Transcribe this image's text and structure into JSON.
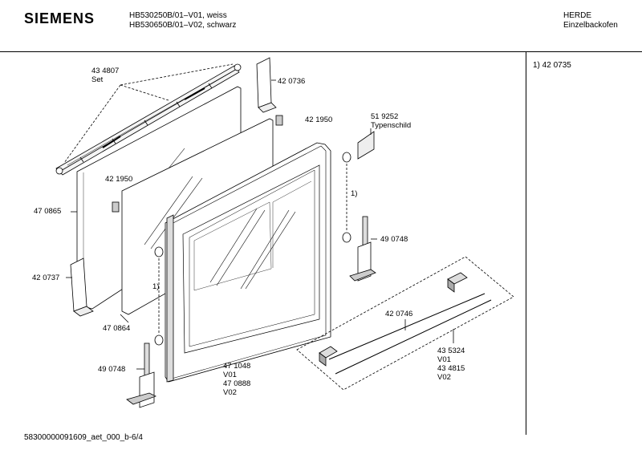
{
  "header": {
    "brand": "SIEMENS",
    "model_line_1": "HB530250B/01–V01, weiss",
    "model_line_2": "HB530650B/01–V02, schwarz",
    "category_line_1": "HERDE",
    "category_line_2": "Einzelbackofen"
  },
  "side_note": "1) 42 0735",
  "footer": "58300000091609_aet_000_b-6/4",
  "parts": [
    {
      "id": "p434807",
      "lines": [
        "43 4807",
        "Set"
      ]
    },
    {
      "id": "p420736",
      "lines": [
        "42 0736"
      ]
    },
    {
      "id": "p421950a",
      "lines": [
        "42 1950"
      ]
    },
    {
      "id": "p519252",
      "lines": [
        "51 9252",
        "Typenschild"
      ]
    },
    {
      "id": "p421950b",
      "lines": [
        "42 1950"
      ]
    },
    {
      "id": "p470865",
      "lines": [
        "47 0865"
      ]
    },
    {
      "id": "p490748a",
      "lines": [
        "49 0748"
      ]
    },
    {
      "id": "p420737",
      "lines": [
        "42 0737"
      ]
    },
    {
      "id": "p470864",
      "lines": [
        "47 0864"
      ]
    },
    {
      "id": "p420746",
      "lines": [
        "42 0746"
      ]
    },
    {
      "id": "p435324",
      "lines": [
        "43 5324",
        "V01",
        "43 4815",
        "V02"
      ]
    },
    {
      "id": "p471048",
      "lines": [
        "47 1048",
        "V01",
        "47 0888",
        "V02"
      ]
    },
    {
      "id": "p490748b",
      "lines": [
        "49 0748"
      ]
    },
    {
      "id": "note1a",
      "lines": [
        "1)"
      ]
    },
    {
      "id": "note1b",
      "lines": [
        "1)"
      ]
    }
  ]
}
